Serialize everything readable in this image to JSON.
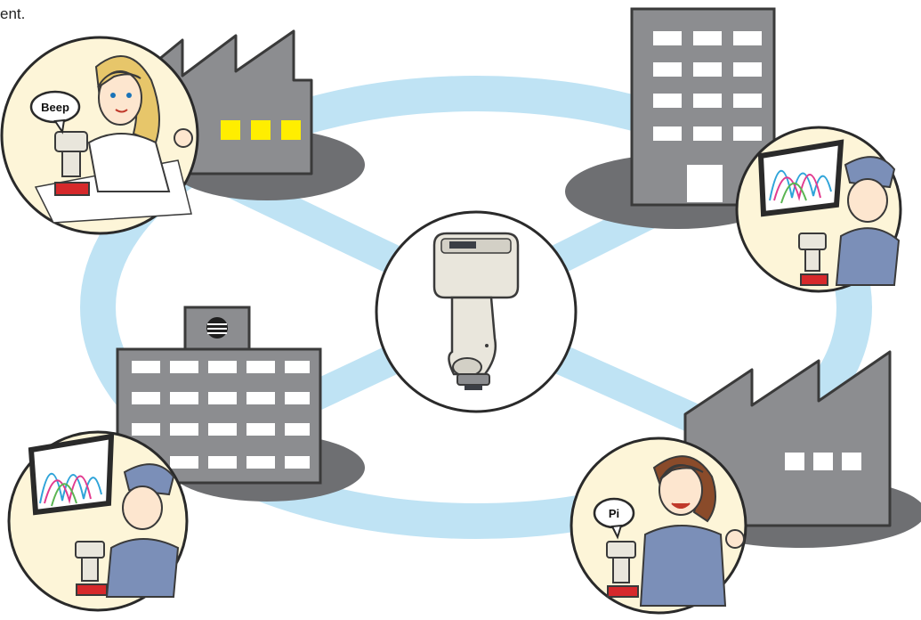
{
  "caption_fragment": "ent.",
  "bubbles": {
    "top_left": "Beep",
    "bottom_right": "Pi"
  },
  "colors": {
    "ring": "#bfe3f4",
    "building_gray": "#8c8d90",
    "building_outline": "#3a3a3a",
    "shadow": "#6e6f72",
    "window_lit": "#ffee00",
    "window_white": "#ffffff",
    "circle_bg": "#fdf5d8",
    "device_body": "#e9e6dc",
    "device_dark": "#3b3e45",
    "uniform_blue": "#7b8fb8",
    "hair_blonde": "#e7c66a",
    "hair_brown": "#8a4b2a",
    "curve_colors": [
      "#2fa4d9",
      "#e23a8f",
      "#5ab552"
    ]
  },
  "icons": {
    "spectrophotometer": "handheld-spectrophotometer-icon",
    "factory": "factory-icon",
    "office": "office-building-icon",
    "hq": "headquarters-building-icon"
  }
}
